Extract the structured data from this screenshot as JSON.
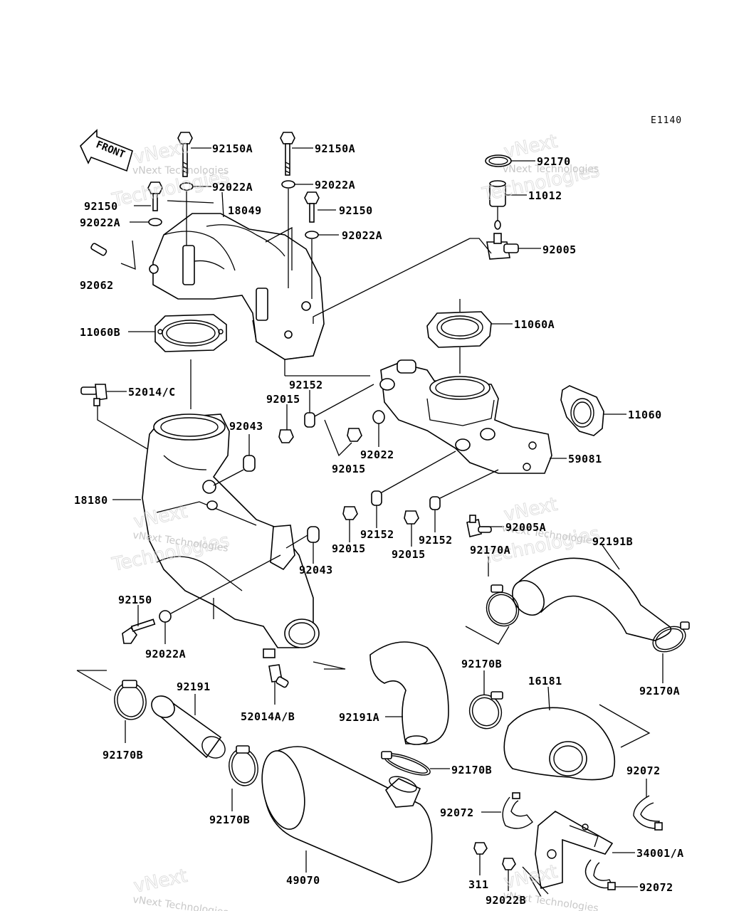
{
  "diagram_code": "E1140",
  "front_label": "FRONT",
  "watermark": {
    "line1": "vNext",
    "line2": "Technologies",
    "small": "vNext Technologies"
  },
  "parts": {
    "p92150A_a": "92150A",
    "p92150A_b": "92150A",
    "p92022A_a": "92022A",
    "p92022A_b": "92022A",
    "p92022A_c": "92022A",
    "p92022A_d": "92022A",
    "p92022A_e": "92022A",
    "p92150_a": "92150",
    "p92150_b": "92150",
    "p92150_c": "92150",
    "p18049": "18049",
    "p92062": "92062",
    "p92170": "92170",
    "p11012": "11012",
    "p92005": "92005",
    "p11060B": "11060B",
    "p11060A": "11060A",
    "p11060": "11060",
    "p52014C": "52014/C",
    "p92152_a": "92152",
    "p92152_b": "92152",
    "p92152_c": "92152",
    "p92015_a": "92015",
    "p92015_b": "92015",
    "p92015_c": "92015",
    "p92015_d": "92015",
    "p92043_a": "92043",
    "p92043_b": "92043",
    "p92022": "92022",
    "p59081": "59081",
    "p18180": "18180",
    "p92005A": "92005A",
    "p92170A_a": "92170A",
    "p92170A_b": "92170A",
    "p92191B": "92191B",
    "p52014AB": "52014A/B",
    "p92170B_a": "92170B",
    "p92170B_b": "92170B",
    "p92170B_c": "92170B",
    "p92170B_d": "92170B",
    "p92191": "92191",
    "p92191A": "92191A",
    "p16181": "16181",
    "p92072_a": "92072",
    "p92072_b": "92072",
    "p92072_c": "92072",
    "p34001A": "34001/A",
    "p49070": "49070",
    "p311": "311",
    "p92022B": "92022B"
  }
}
